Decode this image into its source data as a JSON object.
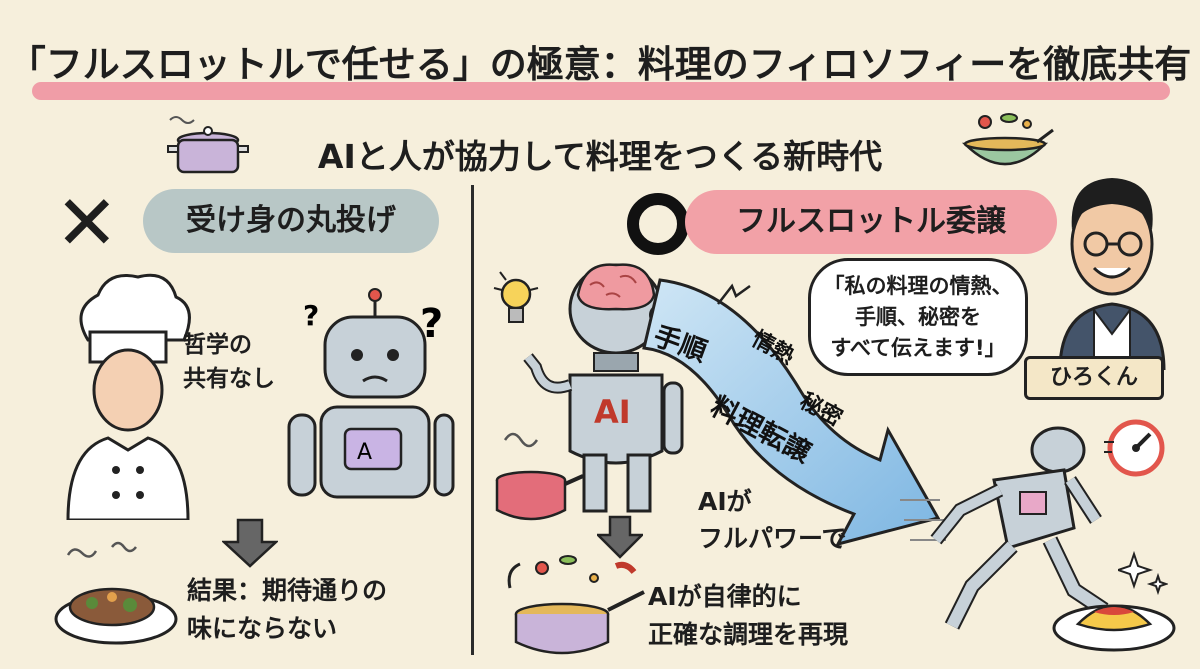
{
  "title": "「フルスロットルで任せる」の極意：料理のフィロソフィーを徹底共有",
  "subtitle": "AIと人が協力して料理をつくる新時代",
  "left": {
    "mark": "✕",
    "heading": "受け身の丸投げ",
    "note_line1": "哲学の",
    "note_line2": "共有なし",
    "result_line1": "結果：期待通りの",
    "result_line2": "味にならない",
    "robot_screen": "A"
  },
  "right": {
    "heading": "フルスロットル委譲",
    "arrow_labels": {
      "steps": "手順",
      "passion": "情熱",
      "secret": "秘密",
      "transfer": "料理転譲"
    },
    "robot_label": "AI",
    "full_line1": "AIが",
    "full_line2": "フルパワーで",
    "auto_line1": "AIが自律的に",
    "auto_line2": "正確な調理を再現",
    "speech_line1": "「私の料理の情熱、",
    "speech_line2": "手順、秘密を",
    "speech_line3": "すべて伝えます!」",
    "person_name": "ひろくん"
  },
  "colors": {
    "background": "#f6efdc",
    "title_highlight": "#ef8e9e",
    "left_pill": "#b8c7c6",
    "right_pill": "#f2a1a7",
    "arrow": "#8ec3e6"
  }
}
